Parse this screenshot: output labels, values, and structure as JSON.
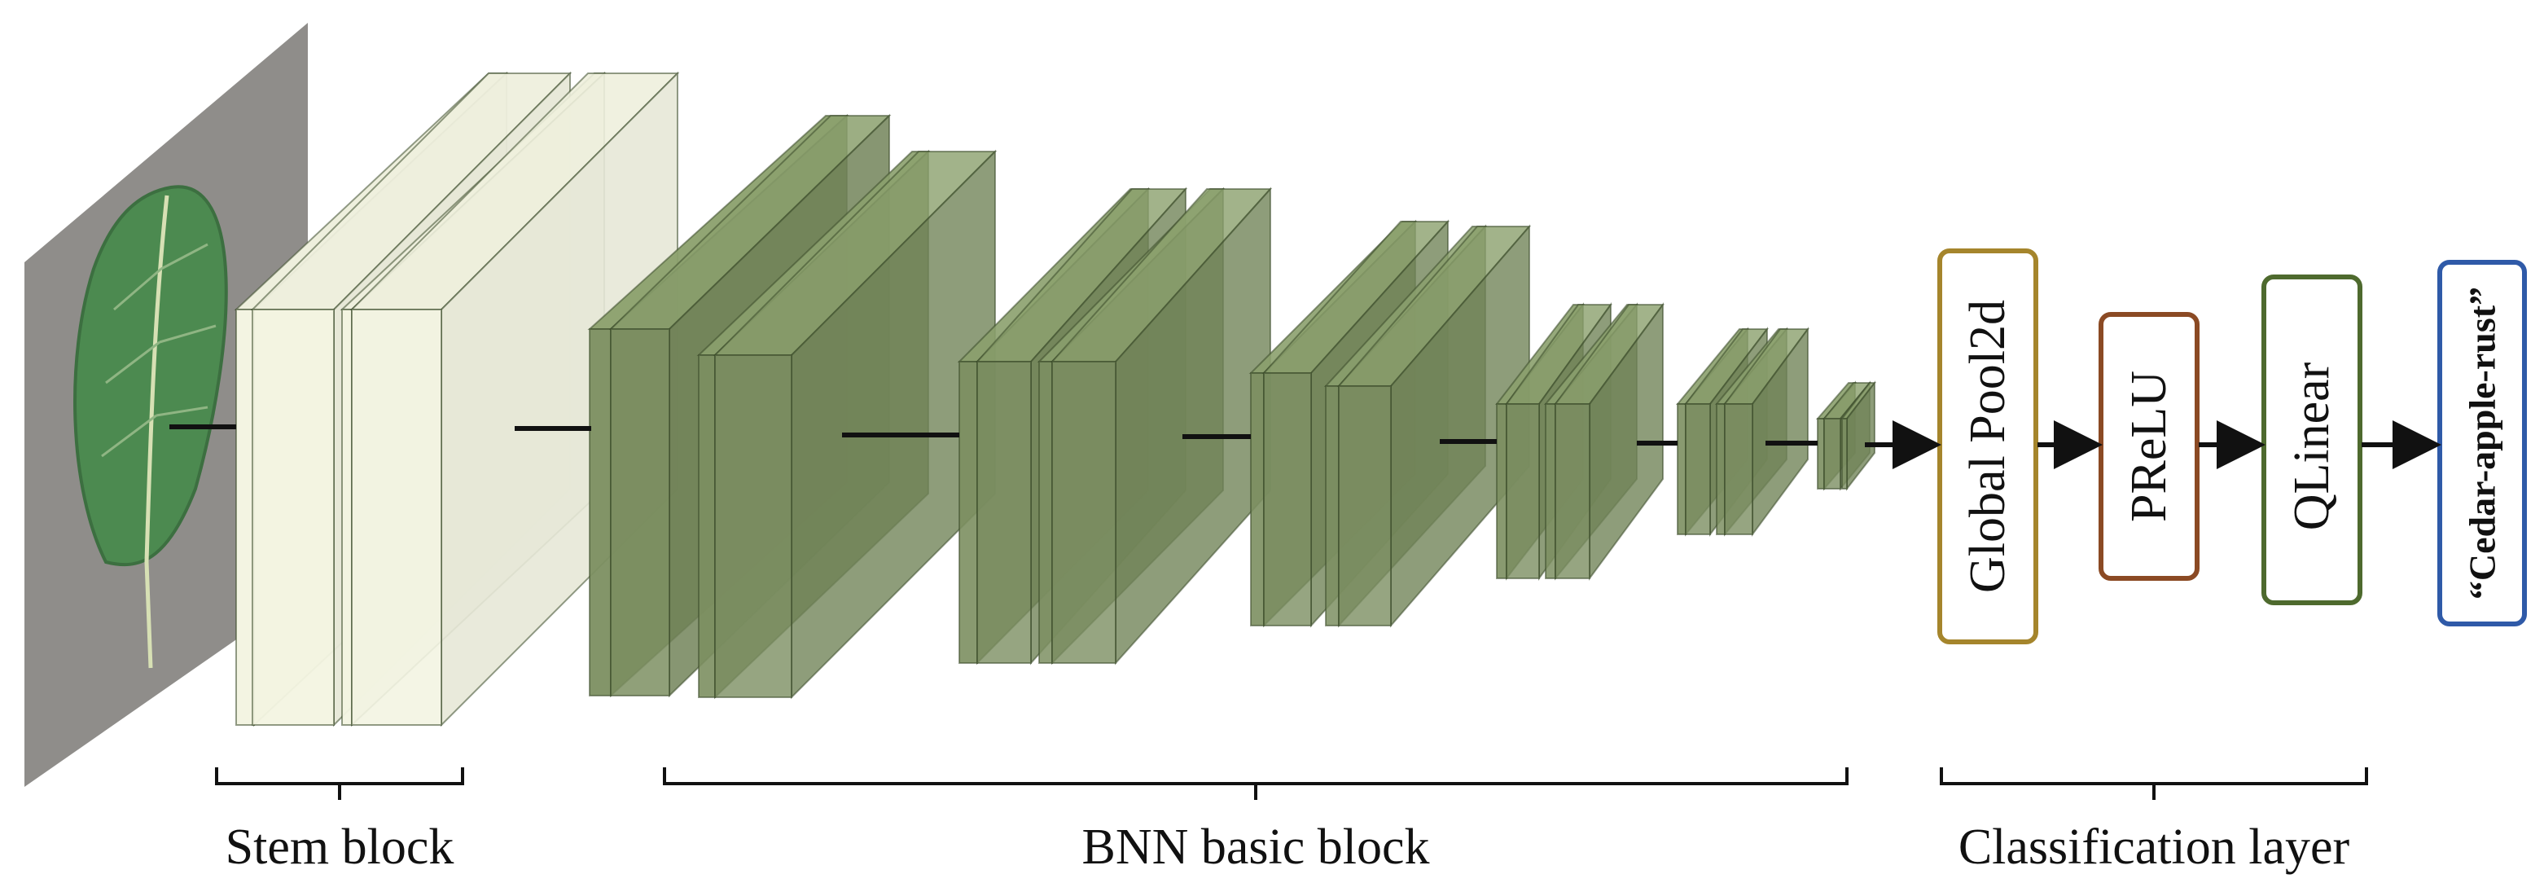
{
  "input": {
    "icon": "leaf-photo"
  },
  "sections": {
    "stem": {
      "label": "Stem block"
    },
    "bnn": {
      "label": "BNN basic block"
    },
    "classification": {
      "label": "Classification layer"
    }
  },
  "classification_boxes": [
    {
      "label": "Global Pool2d",
      "color": "#a5852c"
    },
    {
      "label": "PReLU",
      "color": "#8b4a24"
    },
    {
      "label": "QLinear",
      "color": "#4e6a2e"
    }
  ],
  "output": {
    "label": "“Cedar-apple-rust”",
    "color": "#2f5aa8"
  },
  "colors": {
    "stem_layer": "#f3f4e2",
    "bnn_layer": "#7c8f61"
  }
}
